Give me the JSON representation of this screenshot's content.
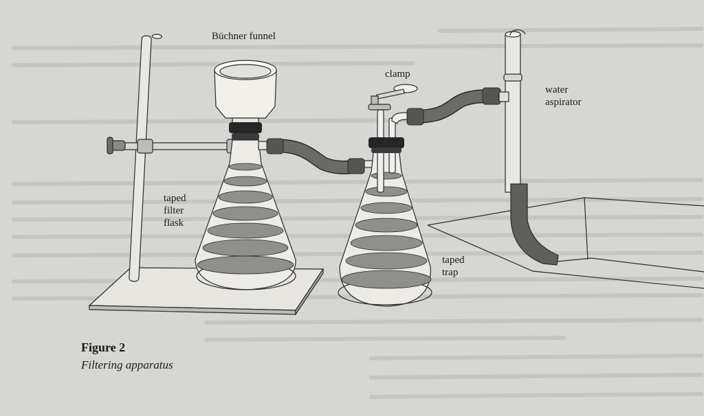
{
  "labels": {
    "buchner_funnel": "Büchner funnel",
    "clamp": "clamp",
    "water_aspirator": "water\naspirator",
    "taped_filter_flask": "taped\nfilter\nflask",
    "taped_trap": "taped\ntrap"
  },
  "figure": {
    "number": "Figure 2",
    "caption": "Filtering apparatus"
  },
  "colors": {
    "background": "#d6d6d3",
    "glass": "#ecebe6",
    "tape": "#8f8f8b",
    "tubing": "#6a6a67",
    "stopper": "#262626",
    "line": "#2a2a2a"
  }
}
